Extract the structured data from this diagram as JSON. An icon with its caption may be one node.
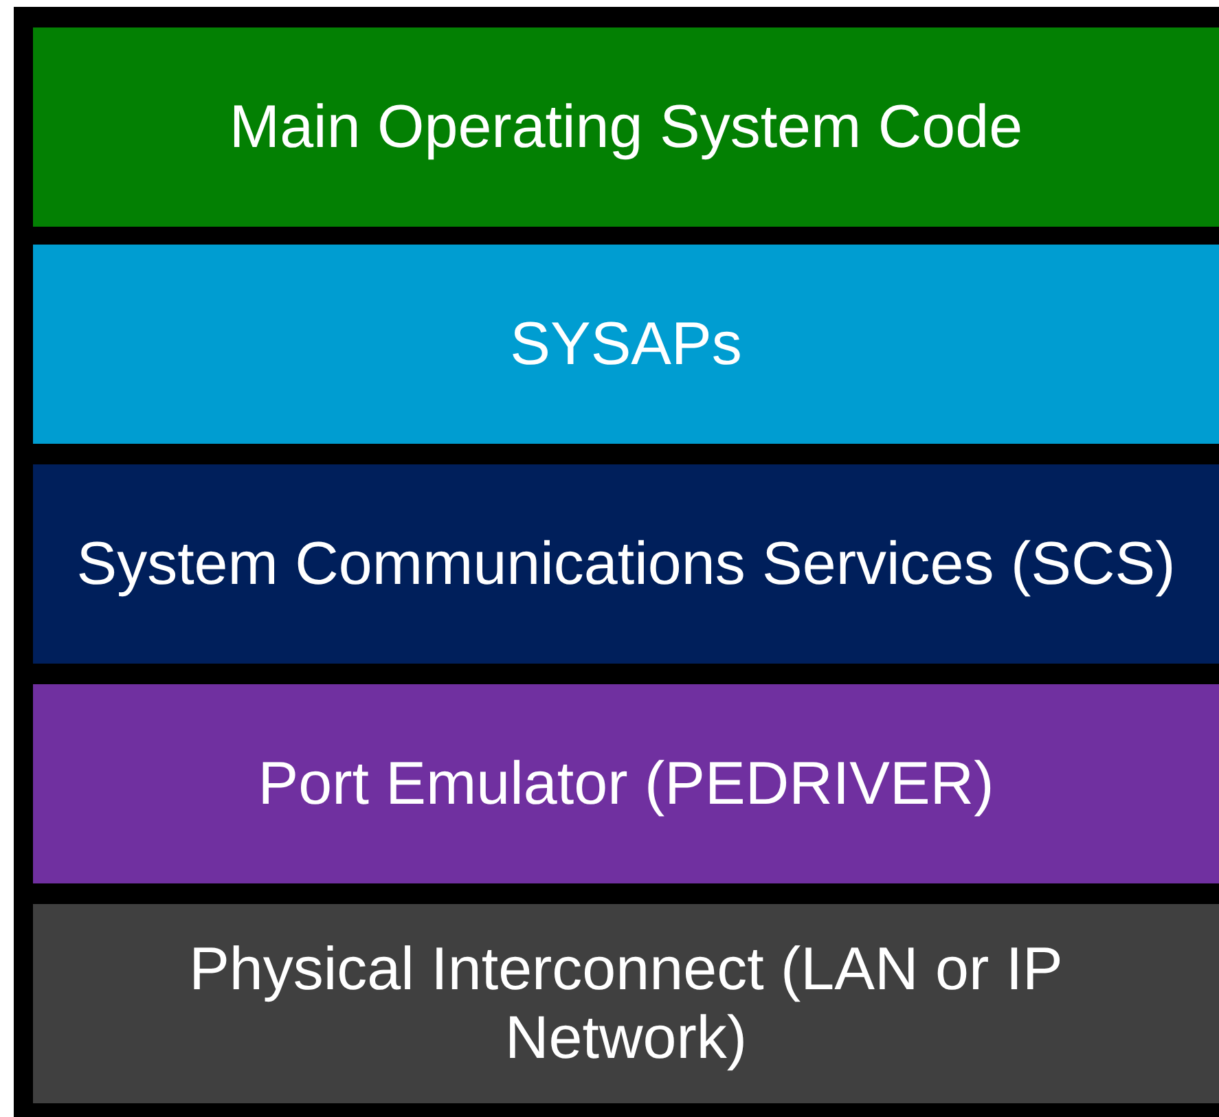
{
  "diagram": {
    "nodes": [
      {
        "text": [
          "Main Operating System Code"
        ]
      },
      {
        "text": [
          "SYSAPs"
        ]
      },
      {
        "text": [
          "System Communications Services (SCS)"
        ]
      },
      {
        "text": [
          "Port Emulator (PEDRIVER)"
        ]
      },
      {
        "text": [
          "Physical Interconnect (LAN or IP Network)"
        ]
      }
    ]
  }
}
